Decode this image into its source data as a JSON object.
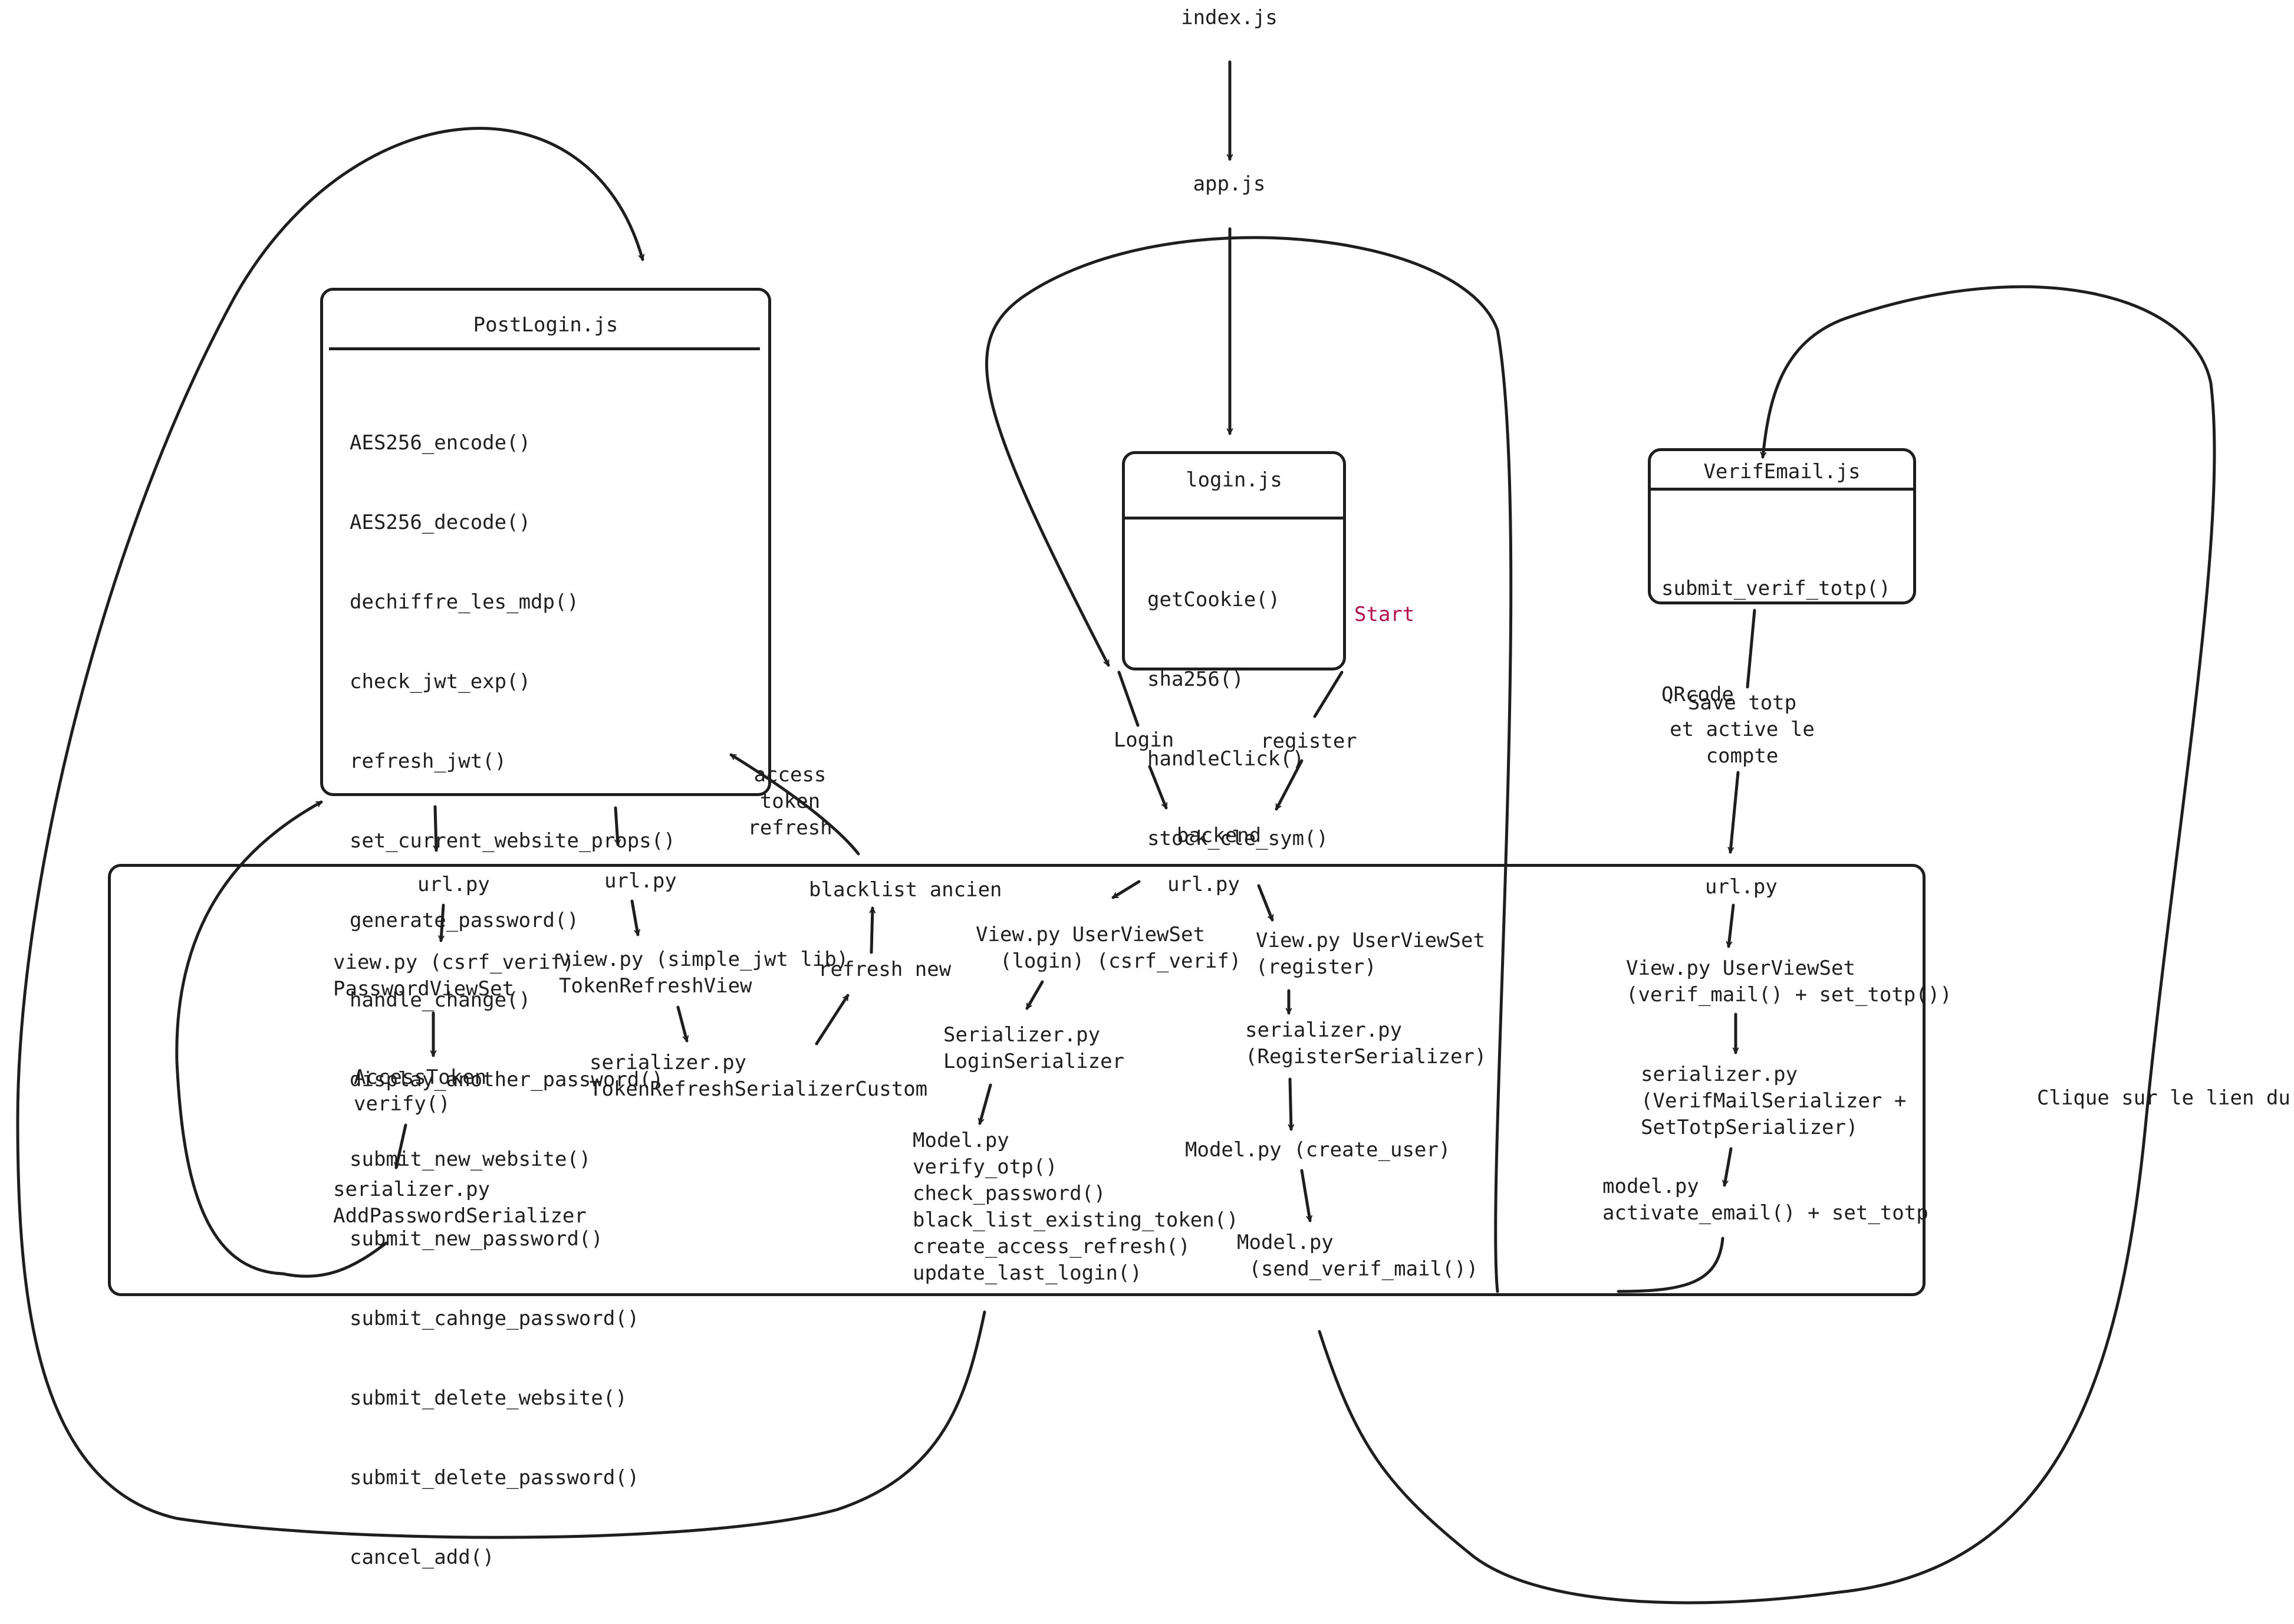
{
  "nodes": {
    "index": "index.js",
    "app": "app.js",
    "backend": "backend",
    "start": "Start",
    "clique": "Clique sur le lien du mail"
  },
  "postlogin": {
    "title": "PostLogin.js",
    "methods": [
      "AES256_encode()",
      "AES256_decode()",
      "dechiffre_les_mdp()",
      "check_jwt_exp()",
      "refresh_jwt()",
      "set_current_website_props()",
      "generate_password()",
      "handle_change()",
      "display_another_password()",
      "submit_new_website()",
      "submit_new_password()",
      "submit_cahnge_password()",
      "submit_delete_website()",
      "submit_delete_password()",
      "cancel_add()"
    ]
  },
  "login": {
    "title": "login.js",
    "methods": [
      "getCookie()",
      "sha256()",
      "handleClick()",
      "stock_cle_sym()"
    ]
  },
  "verifemail": {
    "title": "VerifEmail.js",
    "methods": [
      "submit_verif_totp()",
      "QRcode"
    ]
  },
  "edges": {
    "login": "Login",
    "register": "register",
    "access_refresh": "access\ntoken\nrefresh",
    "save_totp": "Save totp\net active le\ncompte",
    "blacklist": "blacklist ancien",
    "refresh_new": "refresh new"
  },
  "backend": {
    "col1": {
      "url": "url.py",
      "view": "view.py (csrf_verif)\nPasswordViewSet",
      "token": "AccessToken\nverify()",
      "serializer": "serializer.py\nAddPasswordSerializer"
    },
    "col2": {
      "url": "url.py",
      "view": "view.py (simple_jwt lib)\nTokenRefreshView",
      "serializer": "serializer.py\nTokenRefreshSerializerCustom"
    },
    "col3": {
      "url": "url.py",
      "view_login": "View.py UserViewSet\n  (login) (csrf_verif)",
      "serializer_login": "Serializer.py\nLoginSerializer",
      "model_login": "Model.py\nverify_otp()\ncheck_password()\nblack_list_existing_token()\ncreate_access_refresh()\nupdate_last_login()",
      "view_register": "View.py UserViewSet\n(register)",
      "serializer_register": "serializer.py\n(RegisterSerializer)",
      "model_create": "Model.py (create_user)",
      "model_mail": "Model.py\n (send_verif_mail())"
    },
    "col4": {
      "url": "url.py",
      "view": "View.py UserViewSet\n(verif_mail() + set_totp())",
      "serializer": "serializer.py\n(VerifMailSerializer +\nSetTotpSerializer)",
      "model": "model.py\nactivate_email() + set_totp"
    }
  },
  "colors": {
    "ink": "#1e1e1e",
    "accent": "#b0104b"
  }
}
